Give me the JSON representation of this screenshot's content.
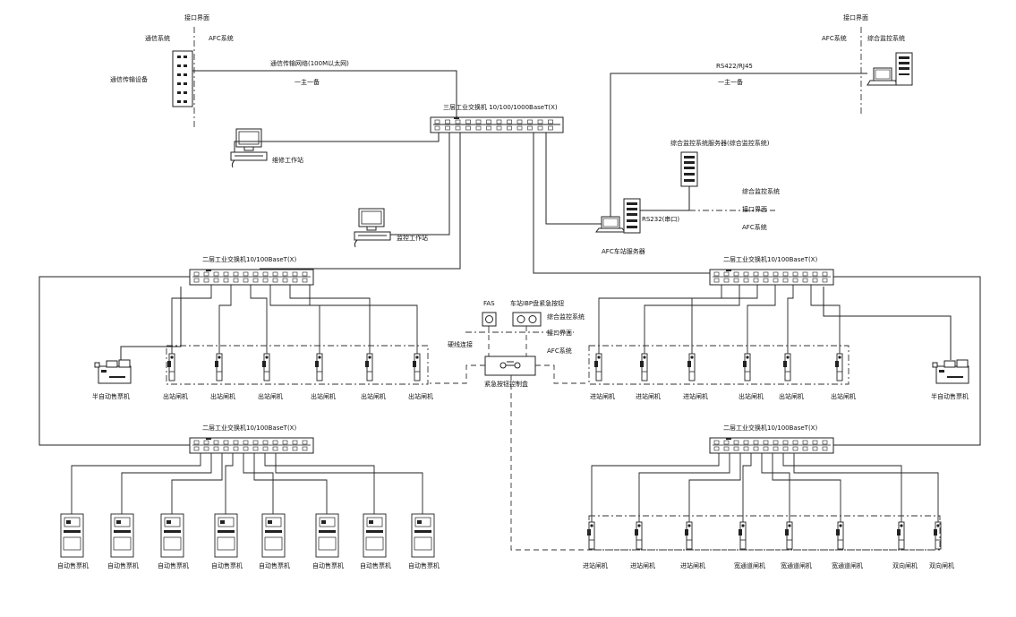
{
  "labels": {
    "interface_top_left": "接口界面",
    "comm_system": "通信系统",
    "afc_system_top_left": "AFC系统",
    "comm_transport_equipment": "通信传输设备",
    "comm_network": "通信传输网络(100M以太网)",
    "one_to_one_left": "一主一备",
    "core_switch": "三层工业交换机 10/100/1000BaseT(X)",
    "maintenance_ws": "维修工作站",
    "monitor_ws": "监控工作站",
    "interface_top_right": "接口界面",
    "afc_system_top_right": "AFC系统",
    "integrated_monitoring": "综合监控系统",
    "rs422": "RS422/RJ45",
    "one_to_one_right": "一主一备",
    "integrated_server": "综合监控系统服务器(综合监控系统)",
    "integrated_monitoring_mid": "综合监控系统",
    "interface_mid": "接口界面",
    "rs232": "RS232(串口)",
    "afc_system_mid": "AFC系统",
    "afc_station_server": "AFC车站服务器",
    "switch_a": "二层工业交换机10/100BaseT(X)",
    "switch_b": "二层工业交换机10/100BaseT(X)",
    "switch_c": "二层工业交换机10/100BaseT(X)",
    "switch_d": "二层工业交换机10/100BaseT(X)",
    "fas": "FAS",
    "ibp": "车站IBP盘紧急按钮",
    "interface_ibp_1": "综合监控系统",
    "interface_ibp_2": "接口界面",
    "interface_ibp_3": "AFC系统",
    "hard_wire": "硬线连接",
    "emergency_panel": "紧急按钮控制盒",
    "semi_auto_left": "半自动售票机",
    "semi_auto_right": "半自动售票机"
  },
  "gates_left": [
    "出站闸机",
    "出站闸机",
    "出站闸机",
    "出站闸机",
    "出站闸机",
    "出站闸机"
  ],
  "gates_right": [
    "进站闸机",
    "进站闸机",
    "进站闸机",
    "出站闸机",
    "出站闸机",
    "出站闸机"
  ],
  "tvms": [
    "自动售票机",
    "自动售票机",
    "自动售票机",
    "自动售票机",
    "自动售票机",
    "自动售票机",
    "自动售票机",
    "自动售票机"
  ],
  "gates_bottom": [
    "进站闸机",
    "进站闸机",
    "进站闸机",
    "宽通道闸机",
    "宽通道闸机",
    "宽通道闸机",
    "双向闸机",
    "双向闸机"
  ]
}
